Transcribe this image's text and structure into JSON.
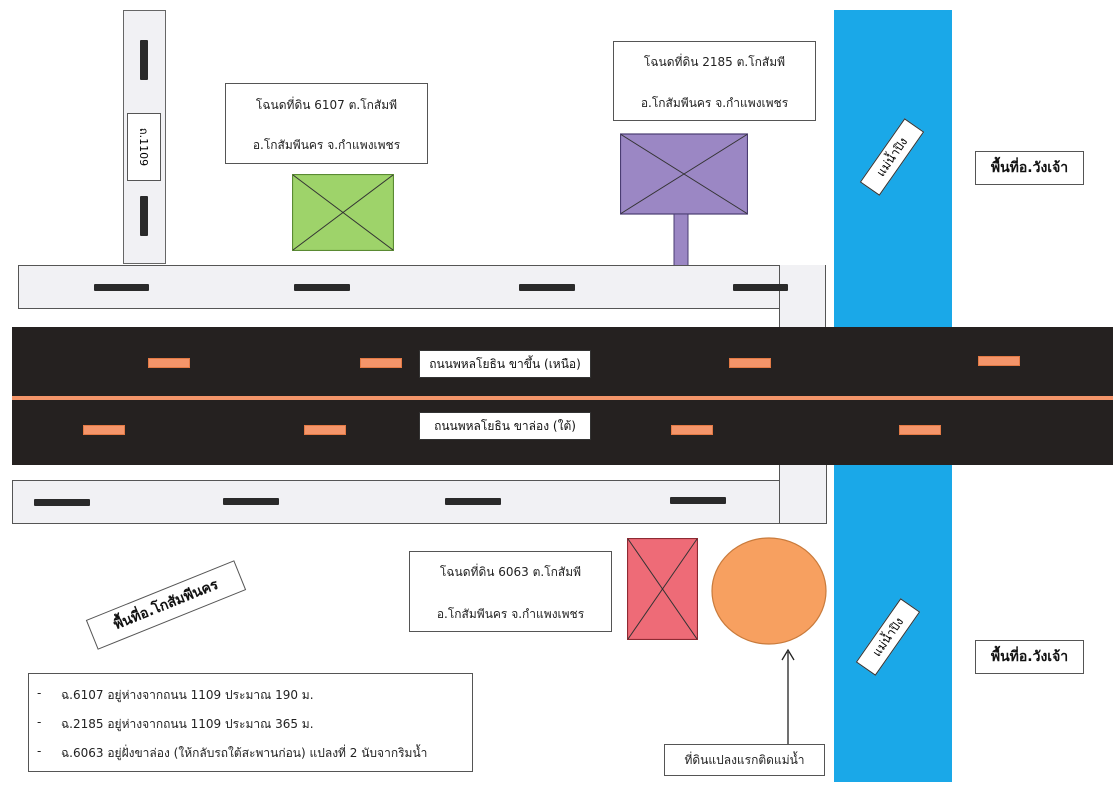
{
  "roads": {
    "side_road_label": "ถ.1109",
    "highway_north_label": "ถนนพหลโยธิน ขาขึ้น (เหนือ)",
    "highway_south_label": "ถนนพหลโยธิน ขาล่อง (ใต้)"
  },
  "river": {
    "label_upper": "แม่น้ำปิง",
    "label_lower": "แม่น้ำปิง",
    "color": "#1aa8e8"
  },
  "parcels": {
    "p6107": {
      "line1": "โฉนดที่ดิน  6107  ต.โกสัมพี",
      "line2": "อ.โกสัมพีนคร  จ.กำแพงเพชร",
      "color": "#9ed36a"
    },
    "p2185": {
      "line1": "โฉนดที่ดิน  2185  ต.โกสัมพี",
      "line2": "อ.โกสัมพีนคร  จ.กำแพงเพชร",
      "color": "#9b87c4"
    },
    "p6063": {
      "line1": "โฉนดที่ดิน  6063  ต.โกสัมพี",
      "line2": "อ.โกสัมพีนคร  จ.กำแพงเพชร",
      "color": "#ee6b77"
    }
  },
  "areas": {
    "west": "พื้นที่อ.โกสัมพีนคร",
    "east_upper": "พื้นที่อ.วังเจ้า",
    "east_lower": "พื้นที่อ.วังเจ้า"
  },
  "riverside_marker": {
    "label": "ที่ดินแปลงแรกติดแม่น้ำ",
    "color": "#f7a060"
  },
  "notes": [
    {
      "bullet": "-",
      "text": "ฉ.6107 อยู่ห่างจากถนน 1109 ประมาณ 190 ม."
    },
    {
      "bullet": "-",
      "text": "ฉ.2185 อยู่ห่างจากถนน 1109 ประมาณ  365 ม."
    },
    {
      "bullet": "-",
      "text": "ฉ.6063 อยู่ฝั่งขาล่อง (ให้กลับรถใต้สะพานก่อน) แปลงที่ 2 นับจากริมน้ำ"
    }
  ]
}
